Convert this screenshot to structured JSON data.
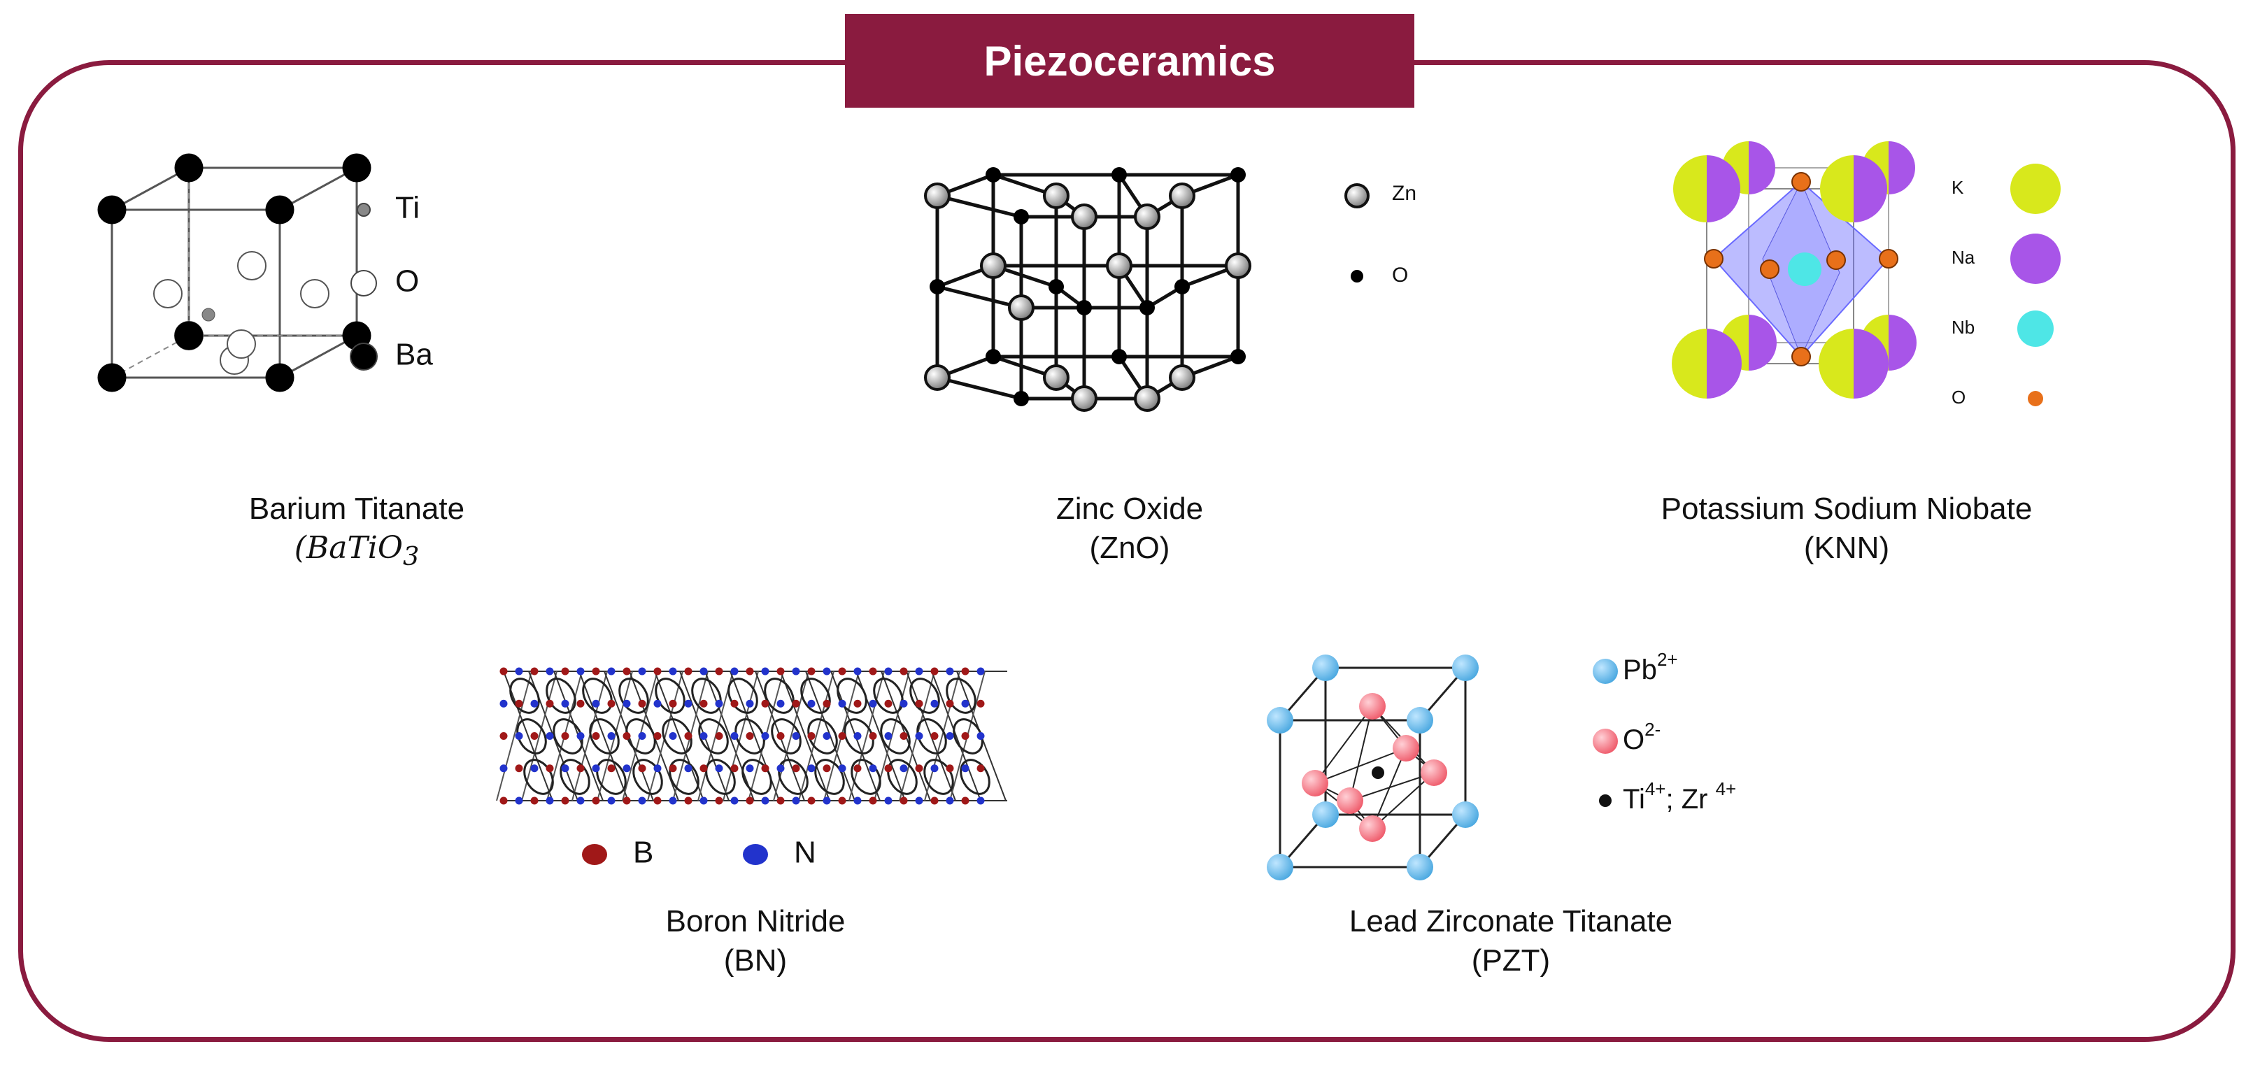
{
  "title": "Piezoceramics",
  "materials": [
    {
      "name": "Barium Titanate",
      "formula": "(BaTiO",
      "formula_subscript": "3",
      "legend": [
        {
          "label": "Ti",
          "color": "#888888"
        },
        {
          "label": "O",
          "color": "#ffffff"
        },
        {
          "label": "Ba",
          "color": "#000000"
        }
      ]
    },
    {
      "name": "Zinc Oxide",
      "formula": "(ZnO)",
      "legend": [
        {
          "label": "Zn",
          "color": "#bbbbbb"
        },
        {
          "label": "O",
          "color": "#000000"
        }
      ]
    },
    {
      "name": "Potassium Sodium Niobate",
      "formula": "(KNN)",
      "legend": [
        {
          "label": "K",
          "color": "#d8e81c"
        },
        {
          "label": "Na",
          "color": "#a855e8"
        },
        {
          "label": "Nb",
          "color": "#4ee6e6"
        },
        {
          "label": "O",
          "color": "#e8701a"
        }
      ]
    },
    {
      "name": "Boron Nitride",
      "formula": "(BN)",
      "legend": [
        {
          "label": "B",
          "color": "#a01818"
        },
        {
          "label": "N",
          "color": "#2233cc"
        }
      ]
    },
    {
      "name": "Lead Zirconate Titanate",
      "formula": "(PZT)",
      "legend": [
        {
          "label": "Pb",
          "sup": "2+",
          "color": "#4aa8e0"
        },
        {
          "label": "O",
          "sup": "2-",
          "color": "#ef5a6a"
        },
        {
          "label": "Ti",
          "sup": "4+",
          "label2": "; Zr ",
          "sup2": "4+",
          "color": "#111111"
        }
      ]
    }
  ]
}
